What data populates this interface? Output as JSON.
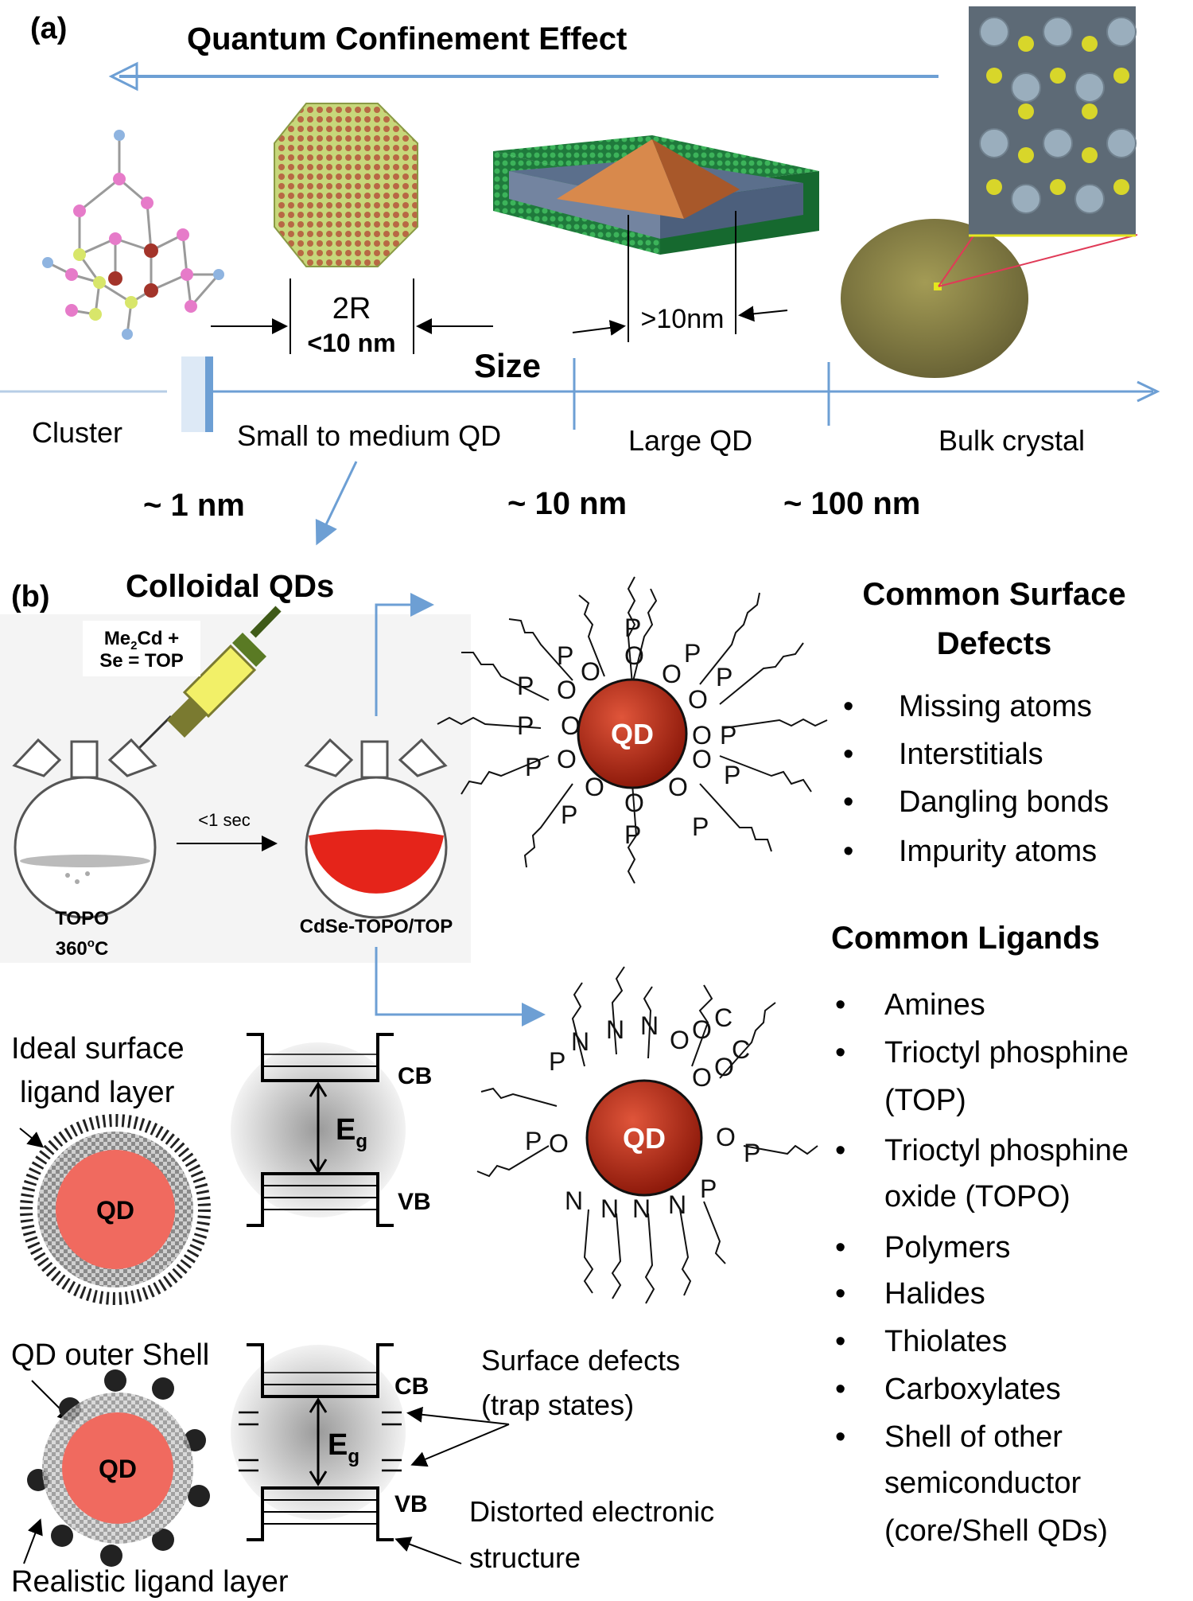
{
  "panel_a": {
    "label": "(a)",
    "title": "Quantum Confinement Effect",
    "dim_2r": "2R",
    "dim_small": "<10 nm",
    "dim_large": ">10nm",
    "size_axis_label": "Size",
    "regions": [
      "Cluster",
      "Small to medium QD",
      "Large QD",
      "Bulk crystal"
    ],
    "scale_marks": [
      "~ 1 nm",
      "~ 10 nm",
      "~ 100 nm"
    ]
  },
  "panel_b": {
    "label": "(b)",
    "title": "Colloidal QDs",
    "reagent_line1": "Me",
    "reagent_sub": "2",
    "reagent_line1_end": "Cd +",
    "reagent_line2": "Se = TOP",
    "reaction_time": "<1 sec",
    "flask_left_line1": "TOPO",
    "flask_left_temp": "360",
    "flask_left_deg": "o",
    "flask_left_unit": "C",
    "flask_right_label": "CdSe-TOPO/TOP",
    "qd_label": "QD",
    "ideal_label_line1": "Ideal surface",
    "ideal_label_line2": "ligand layer",
    "shell_label": "QD outer Shell",
    "realistic_label": "Realistic ligand layer",
    "cb": "CB",
    "vb": "VB",
    "eg": "E",
    "eg_sub": "g",
    "defects_line1": "Surface defects",
    "defects_line2": "(trap states)",
    "distorted_line1": "Distorted electronic",
    "distorted_line2": "structure"
  },
  "defects": {
    "title_line1": "Common Surface",
    "title_line2": "Defects",
    "items": [
      "Missing atoms",
      "Interstitials",
      "Dangling bonds",
      "Impurity atoms"
    ]
  },
  "ligands": {
    "title": "Common Ligands",
    "items": [
      "Amines",
      "Trioctyl phosphine",
      "(TOP)",
      "Trioctyl phosphine",
      "oxide (TOPO)",
      "Polymers",
      "Halides",
      "Thiolates",
      "Carboxylates",
      "Shell of other",
      "semiconductor",
      "(core/Shell QDs)"
    ]
  },
  "colors": {
    "arrow_blue": "#6d9fd4",
    "qd_red": "#b62a12",
    "qd_pink": "#f06a5f",
    "flask_red": "#e5241a"
  }
}
